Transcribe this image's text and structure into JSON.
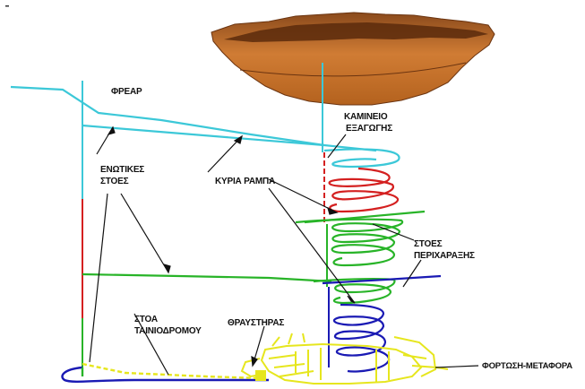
{
  "labels": {
    "shaft": "ΦΡΕΑΡ",
    "chimney_line1": "ΚΑΜΙΝΕΙΟ",
    "chimney_line2": "ΕΞΑΓΩΓΗΣ",
    "connecting_line1": "ΕΝΩΤΙΚΕΣ",
    "connecting_line2": "ΣΤΟΕΣ",
    "main_ramp": "ΚΥΡΙΑ ΡΑΜΠΑ",
    "perimeter_line1": "ΣΤΟΕΣ",
    "perimeter_line2": "ΠΕΡΙΧΑΡΑΞΗΣ",
    "belt_line1": "ΣΤΟΑ",
    "belt_line2": "ΤΑΙΝΙΟΔΡΟΜΟΥ",
    "crusher": "ΘΡΑΥΣΤΗΡΑΣ",
    "loading": "ΦΟΡΤΩΣΗ-ΜΕΤΑΦΟΡΑ"
  },
  "colors": {
    "orebody": "#c8742e",
    "orebody_dark": "#7a3d14",
    "shaft": "#3cc8d8",
    "ramp_red": "#d42020",
    "ramp_green": "#28b428",
    "ramp_blue": "#1a1ab4",
    "belt_yellow": "#e6e61e",
    "leader": "#111111"
  }
}
